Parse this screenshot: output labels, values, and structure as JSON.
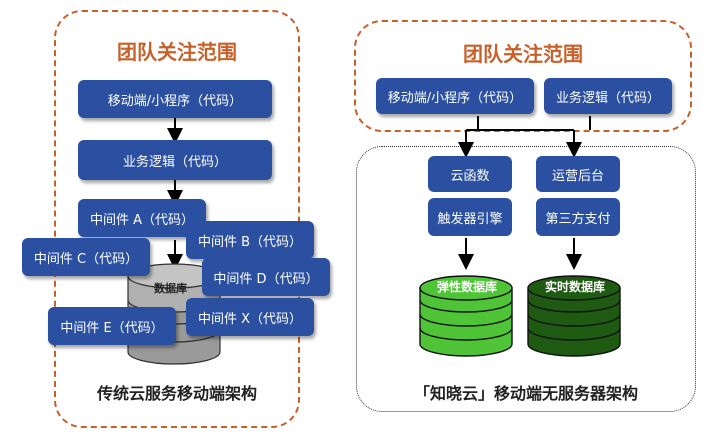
{
  "left": {
    "title": "团队关注范围",
    "caption": "传统云服务移动端架构",
    "box_client": "移动端/小程序（代码）",
    "box_logic": "业务逻辑（代码）",
    "middleware_a": "中间件 A（代码）",
    "middleware_b": "中间件 B（代码）",
    "middleware_c": "中间件 C（代码）",
    "middleware_d": "中间件 D（代码）",
    "middleware_e": "中间件 E（代码）",
    "middleware_x": "中间件 X（代码）",
    "database": "数据库"
  },
  "right": {
    "title": "团队关注范围",
    "caption": "「知晓云」移动端无服务器架构",
    "box_client": "移动端/小程序（代码）",
    "box_logic": "业务逻辑（代码）",
    "cloud_function": "云函数",
    "trigger_engine": "触发器引擎",
    "ops_backend": "运营后台",
    "third_party_pay": "第三方支付",
    "elastic_db": "弹性数据库",
    "realtime_db": "实时数据库"
  },
  "colors": {
    "box_blue": "#2b50a2",
    "frame_orange": "#c8602a",
    "elastic_green": "#4fc436",
    "realtime_green": "#1f5a12",
    "legacy_gray": "#9a9a9a"
  }
}
